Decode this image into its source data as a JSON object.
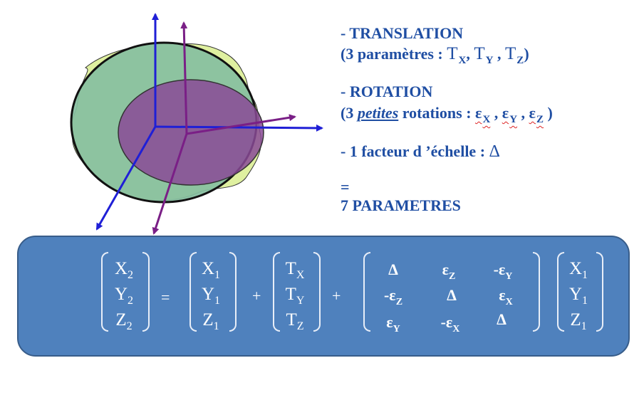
{
  "bullets": {
    "translation_title": "- TRANSLATION",
    "translation_prefix": "(3 paramètres : ",
    "T": "T",
    "X": "X",
    "Y": "Y",
    "Z": "Z",
    "comma": ",",
    "close": ")",
    "rotation_title": "- ROTATION",
    "rotation_open": "(3 ",
    "rotation_petites": "petites",
    "rotation_mid": " rotations :  ",
    "eps": "ε",
    "scale_text": "- 1 facteur d ’échelle : ",
    "delta": "Δ",
    "equals": "=",
    "total": "7  PARAMETRES"
  },
  "equation": {
    "lhs": [
      [
        "X",
        "2"
      ],
      [
        "Y",
        "2"
      ],
      [
        "Z",
        "2"
      ]
    ],
    "eq_sign": "=",
    "v1": [
      [
        "X",
        "1"
      ],
      [
        "Y",
        "1"
      ],
      [
        "Z",
        "1"
      ]
    ],
    "plus": "+",
    "t": [
      [
        "T",
        "X"
      ],
      [
        "T",
        "Y"
      ],
      [
        "T",
        "Z"
      ]
    ],
    "matrix": [
      [
        [
          "Δ",
          ""
        ],
        [
          "ε",
          "Z"
        ],
        [
          "-ε",
          "Y"
        ]
      ],
      [
        [
          "-ε",
          "Z"
        ],
        [
          "Δ",
          ""
        ],
        [
          "ε",
          "X"
        ]
      ],
      [
        [
          "ε",
          "Y"
        ],
        [
          "-ε",
          "X"
        ],
        [
          "Δ",
          ""
        ]
      ]
    ],
    "rhs": [
      [
        "X",
        "1"
      ],
      [
        "Y",
        "1"
      ],
      [
        "Z",
        "1"
      ]
    ]
  },
  "colors": {
    "text_blue": "#1f4ea3",
    "panel_blue": "#4f81bd",
    "axis_blue": "#1f1fd6",
    "axis_purple": "#7a1f86",
    "ellipsoid_green": "#86bfa0",
    "ellipse_purple": "#8a4a96",
    "blob_yellow": "#dff0a0"
  }
}
